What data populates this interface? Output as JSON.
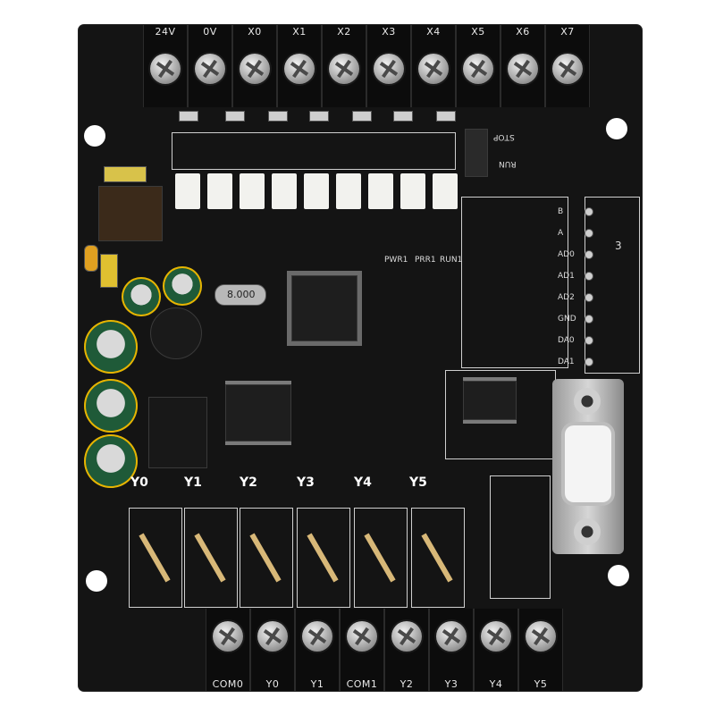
{
  "top_terminals": [
    "24V",
    "0V",
    "X0",
    "X1",
    "X2",
    "X3",
    "X4",
    "X5",
    "X6",
    "X7"
  ],
  "bottom_terminals": [
    "COM0",
    "Y0",
    "Y1",
    "COM1",
    "Y2",
    "Y3",
    "Y4",
    "Y5"
  ],
  "output_labels": [
    "Y0",
    "Y1",
    "Y2",
    "Y3",
    "Y4",
    "Y5"
  ],
  "right_header_labels": [
    "B",
    "A",
    "AD0",
    "AD1",
    "AD2",
    "GND",
    "DA0",
    "DA1"
  ],
  "right_header_number": "3",
  "switch_labels": {
    "stop": "STOP",
    "run": "RUN"
  },
  "crystal_text": "8.000",
  "led_labels": [
    "PWR1",
    "PRR1",
    "RUN1"
  ],
  "colors": {
    "board": "#141414",
    "silkscreen": "#e8e8e8",
    "terminal_screw": "#bdbdbd",
    "optocoupler": "#f2f2ee",
    "capacitor": "#1f5a38"
  }
}
